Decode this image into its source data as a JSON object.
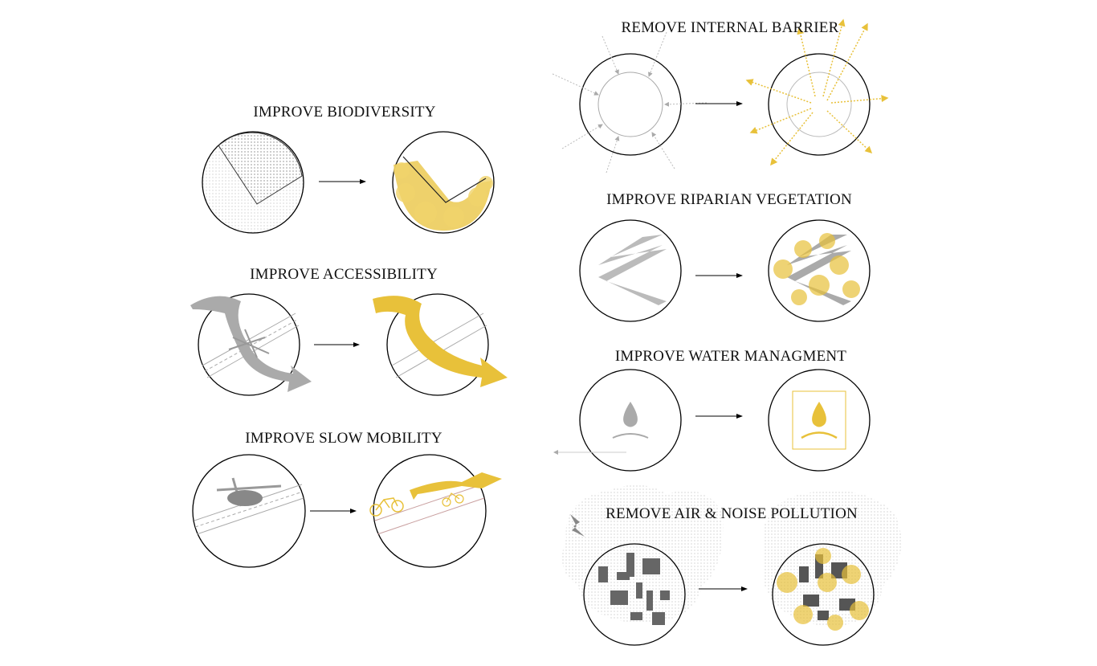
{
  "titles": {
    "biodiversity": "IMPROVE BIODIVERSITY",
    "accessibility": "IMPROVE ACCESSIBILITY",
    "slow_mobility": "IMPROVE SLOW MOBILITY",
    "internal_barrier": "REMOVE INTERNAL BARRIER",
    "riparian": "IMPROVE RIPARIAN VEGETATION",
    "water": "IMPROVE WATER MANAGMENT",
    "pollution": "REMOVE AIR & NOISE POLLUTION"
  },
  "colors": {
    "accent": "#e8c13a",
    "grey": "#9a9a9a",
    "dark": "#555555"
  }
}
